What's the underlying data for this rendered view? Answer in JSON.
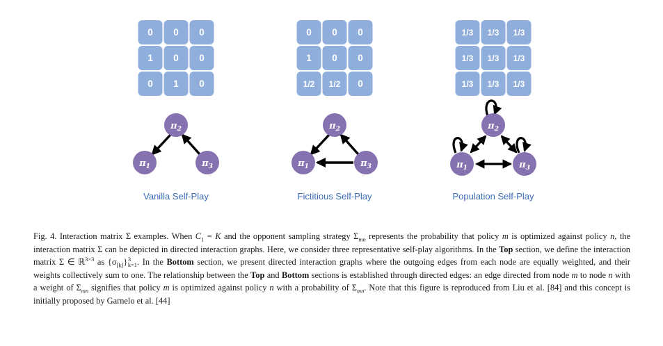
{
  "figure": {
    "panels": [
      {
        "id": "vanilla",
        "label": "Vanilla Self-Play",
        "matrix": [
          [
            "0",
            "0",
            "0"
          ],
          [
            "1",
            "0",
            "0"
          ],
          [
            "0",
            "1",
            "0"
          ]
        ],
        "nodes": [
          {
            "id": "pi1",
            "label": "π1"
          },
          {
            "id": "pi2",
            "label": "π2"
          },
          {
            "id": "pi3",
            "label": "π3"
          }
        ],
        "edges": [
          {
            "from": "pi2",
            "to": "pi1",
            "type": "directed"
          },
          {
            "from": "pi3",
            "to": "pi2",
            "type": "directed"
          }
        ]
      },
      {
        "id": "fictitious",
        "label": "Fictitious Self-Play",
        "matrix": [
          [
            "0",
            "0",
            "0"
          ],
          [
            "1",
            "0",
            "0"
          ],
          [
            "1/2",
            "1/2",
            "0"
          ]
        ],
        "nodes": [
          {
            "id": "pi1",
            "label": "π1"
          },
          {
            "id": "pi2",
            "label": "π2"
          },
          {
            "id": "pi3",
            "label": "π3"
          }
        ],
        "edges": [
          {
            "from": "pi2",
            "to": "pi1",
            "type": "directed"
          },
          {
            "from": "pi3",
            "to": "pi2",
            "type": "directed"
          },
          {
            "from": "pi3",
            "to": "pi1",
            "type": "directed"
          }
        ]
      },
      {
        "id": "population",
        "label": "Population Self-Play",
        "matrix": [
          [
            "1/3",
            "1/3",
            "1/3"
          ],
          [
            "1/3",
            "1/3",
            "1/3"
          ],
          [
            "1/3",
            "1/3",
            "1/3"
          ]
        ],
        "nodes": [
          {
            "id": "pi1",
            "label": "π1"
          },
          {
            "id": "pi2",
            "label": "π2"
          },
          {
            "id": "pi3",
            "label": "π3"
          }
        ],
        "edges": [
          {
            "from": "pi1",
            "to": "pi2",
            "type": "bidirectional"
          },
          {
            "from": "pi2",
            "to": "pi3",
            "type": "bidirectional"
          },
          {
            "from": "pi1",
            "to": "pi3",
            "type": "bidirectional"
          },
          {
            "from": "pi1",
            "to": "pi1",
            "type": "self-loop"
          },
          {
            "from": "pi2",
            "to": "pi2",
            "type": "self-loop"
          },
          {
            "from": "pi3",
            "to": "pi3",
            "type": "self-loop"
          }
        ]
      }
    ],
    "colors": {
      "matrix_cell": "#8FAEDC",
      "matrix_cell_text": "#FFFFFF",
      "node_fill": "#8672B0",
      "node_text": "#FFFFFF",
      "edge": "#000000",
      "panel_label": "#3B6DB5",
      "panel_background": "#FFFFFF"
    }
  },
  "caption": {
    "figure_number": "Fig. 4.",
    "part1": " Interaction matrix Σ examples. When ",
    "C1": "C",
    "C1sub": "1",
    "eq_K": " = ",
    "K": "K",
    "part2": " and the opponent sampling strategy Σ",
    "sigma_mn_1": "mn",
    "part3": " represents the probability that policy ",
    "m1": "m",
    "part4": " is optimized against policy ",
    "n1": "n",
    "part5": ", the interaction matrix Σ can be depicted in directed interaction graphs. Here, we consider three representative self-play algorithms. In the ",
    "top1": "Top",
    "part6": " section, we define the interaction matrix Σ ∈ ℝ",
    "dim": "3×3",
    "part7": " as {σ",
    "sigma_sub": "[k]",
    "part8": "}",
    "stack_top": "3",
    "stack_bottom": "k=1",
    "part9": ". In the ",
    "bottom1": "Bottom",
    "part10": " section, we present directed interaction graphs where the outgoing edges from each node are equally weighted, and their weights collectively sum to one. The relationship between the ",
    "top2": "Top",
    "part11": " and ",
    "bottom2": "Bottom",
    "part12": " sections is established through directed edges: an edge directed from node ",
    "m2": "m",
    "part13": " to node ",
    "n2": "n",
    "part14": " with a weight of Σ",
    "sigma_mn_2": "mn",
    "part15": " signifies that policy ",
    "m3": "m",
    "part16": " is optimized against policy ",
    "n3": "n",
    "part17": " with a probability of Σ",
    "sigma_mn_3": "mn",
    "part18": ". Note that this figure is reproduced from Liu et al. [84] and this concept is initially proposed by Garnelo et al. [44]"
  }
}
